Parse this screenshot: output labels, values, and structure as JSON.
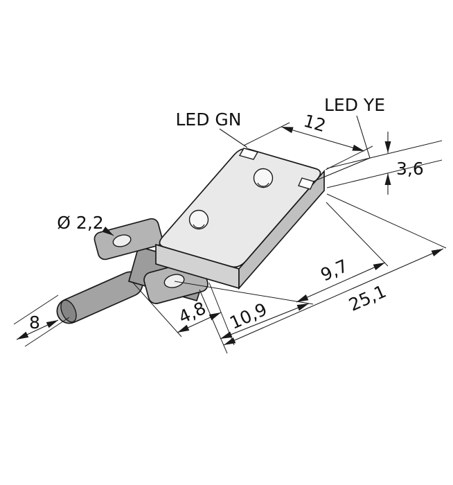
{
  "drawing": {
    "type": "technical-dimension-drawing",
    "labels": {
      "led_gn": "LED GN",
      "led_ye": "LED YE",
      "width": "12",
      "thickness": "3,6",
      "hole_diameter": "Ø 2,2",
      "hole_to_end": "9,7",
      "overall_length": "25,1",
      "end_to_hole": "4,8",
      "bracket_length": "10,9",
      "cable_section": "8"
    },
    "colors": {
      "background": "#ffffff",
      "outline": "#1a1a1a",
      "top_face": "#e9e9e9",
      "side_face": "#c0c0c0",
      "front_face": "#d2d2d2",
      "bracket": "#b4b4b4",
      "neck": "#9c9c9c",
      "cable": "#a3a3a3",
      "cable_end": "#858585",
      "hole": "#efefef",
      "top_hole": "#f7f7f7",
      "led_window": "#ffffff"
    }
  }
}
